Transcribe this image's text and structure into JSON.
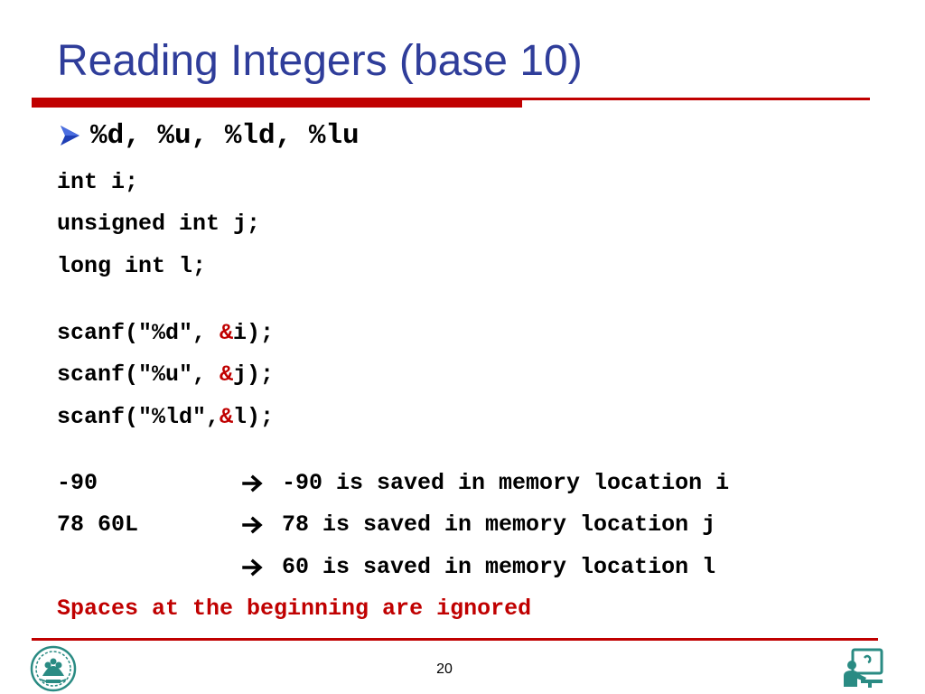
{
  "colors": {
    "title": "#2f3d9a",
    "rule_top": "#c00000",
    "rule_bottom": "#c00000",
    "accent_red": "#c00000",
    "bullet_arrow": "#1f3fb5",
    "logo_teal": "#2a8b83"
  },
  "slide": {
    "title": "Reading Integers (base 10)",
    "bullet": {
      "icon": "arrow-bullet-icon",
      "text": "%d, %u, %ld, %lu"
    },
    "declarations": [
      "int i;",
      "unsigned int j;",
      "long int l;"
    ],
    "scanf_calls": [
      {
        "pre": "scanf(\"%d\", ",
        "amp": "&",
        "post": "i);"
      },
      {
        "pre": "scanf(\"%u\", ",
        "amp": "&",
        "post": "j);"
      },
      {
        "pre": "scanf(\"%ld\",",
        "amp": "&",
        "post": "l);"
      }
    ],
    "examples": [
      {
        "input": "-90",
        "result": "-90 is saved in memory location i"
      },
      {
        "input": "78 60L",
        "result": "78 is saved in memory location j"
      },
      {
        "input": "",
        "result": "60 is saved in memory location l"
      }
    ],
    "arrow_icon": "right-arrow-icon",
    "note": "Spaces at the beginning are ignored",
    "page_number": "20"
  },
  "footer": {
    "left_logo_icon": "university-seal-icon",
    "right_logo_icon": "computer-user-icon"
  }
}
